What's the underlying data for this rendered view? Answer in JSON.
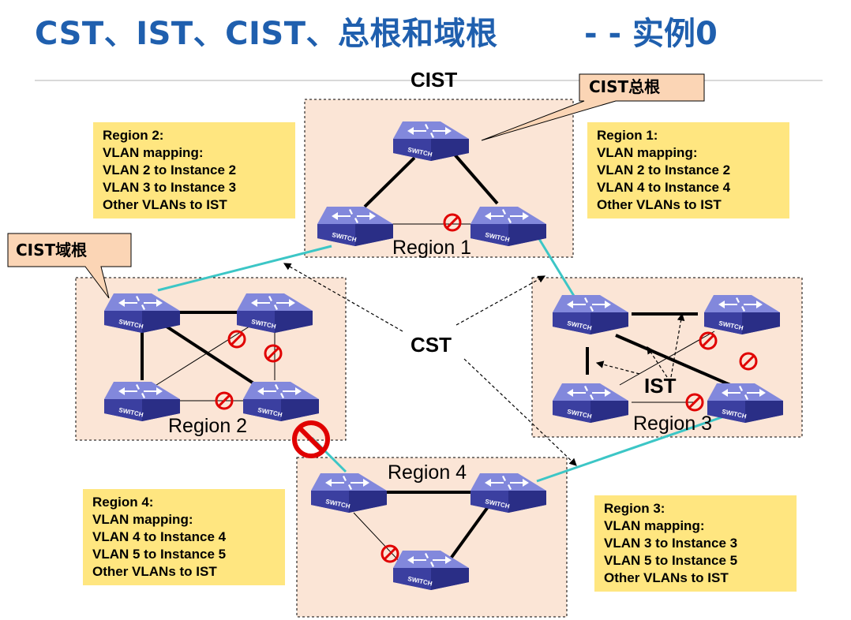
{
  "title": "CST、IST、CIST、总根和域根",
  "subtitle": "- -  实例0",
  "labels": {
    "cist": "CIST",
    "cst": "CST",
    "ist": "IST",
    "region1": "Region 1",
    "region2": "Region 2",
    "region3": "Region 3",
    "region4": "Region 4",
    "switch": "SWITCH"
  },
  "callouts": {
    "cist_root": "CIST总根",
    "cist_regional_root": "CIST域根"
  },
  "notes": {
    "region1": [
      "Region 1:",
      "VLAN mapping:",
      "VLAN 2 to Instance 2",
      "VLAN 4 to Instance 4",
      "Other VLANs to IST"
    ],
    "region2": [
      "Region 2:",
      "VLAN mapping:",
      "VLAN 2 to Instance 2",
      "VLAN 3 to Instance 3",
      "Other VLANs to IST"
    ],
    "region3": [
      "Region 3:",
      "VLAN mapping:",
      "VLAN 3 to Instance 3",
      "VLAN 5 to Instance 5",
      "Other VLANs to IST"
    ],
    "region4": [
      "Region 4:",
      "VLAN mapping:",
      "VLAN 4 to Instance 4",
      "VLAN 5 to Instance 5",
      "Other VLANs to IST"
    ]
  },
  "colors": {
    "title": "#1f5fae",
    "region_fill": "#fbe5d6",
    "note_fill": "#ffe680",
    "callout_fill": "#fbd5b5",
    "cst_link": "#3cc6c6",
    "blocked": "#e00000",
    "switch_body": "#3b3fa0"
  }
}
